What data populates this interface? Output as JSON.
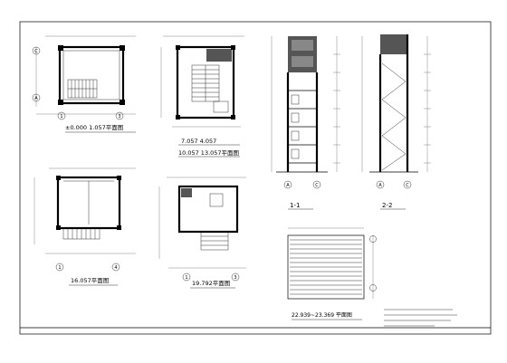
{
  "plans": {
    "plan_a_title": "±0.000 1.057平面图",
    "plan_b_title_line1": "7.057 4.057",
    "plan_b_title_line2": "10.057 13.057平面图",
    "plan_c_title": "16.057平面图",
    "plan_d_title": "19.792平面图",
    "plan_e_title": "22.939~23.369 平面图"
  },
  "sections": {
    "section_1_title": "1-1",
    "section_2_title": "2-2"
  },
  "axis_labels": {
    "a1": "A",
    "a2": "C",
    "a3": "1",
    "a4": "3",
    "b1": "1",
    "b2": "4",
    "s1_left": "A",
    "s1_right": "C",
    "s2_left": "A",
    "s2_right": "C"
  },
  "colors": {
    "line": "#000000",
    "hatch": "#555555",
    "background": "#ffffff"
  }
}
